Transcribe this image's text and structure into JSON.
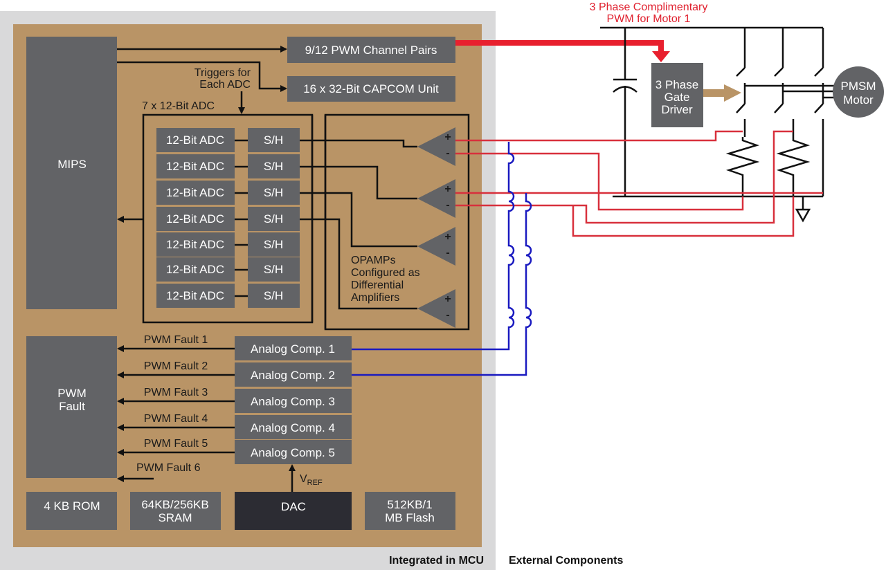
{
  "title_annotation": {
    "line1": "3 Phase Complimentary",
    "line2": "PWM for Motor 1"
  },
  "regions": {
    "integrated": "Integrated in MCU",
    "external": "External Components"
  },
  "blocks": {
    "mips": "MIPS",
    "pwm_channels": "9/12 PWM Channel Pairs",
    "capcom": "16 x 32-Bit CAPCOM Unit",
    "triggers_line1": "Triggers for",
    "triggers_line2": "Each ADC",
    "adc_group_label": "7 x 12-Bit ADC",
    "adc_label": "12-Bit ADC",
    "sh_label": "S/H",
    "opamp_label_lines": [
      "OPAMPs",
      "Configured as",
      "Differential",
      "Amplifiers"
    ],
    "pwm_fault_line1": "PWM",
    "pwm_fault_line2": "Fault",
    "rom": "4 KB ROM",
    "sram_line1": "64KB/256KB",
    "sram_line2": "SRAM",
    "dac": "DAC",
    "flash_line1": "512KB/1",
    "flash_line2": "MB Flash",
    "vref_main": "V",
    "vref_sub": "REF",
    "gate_driver_lines": [
      "3 Phase",
      "Gate",
      "Driver"
    ],
    "motor_line1": "PMSM",
    "motor_line2": "Motor"
  },
  "adc_rows": [
    {
      "adc": "12-Bit ADC",
      "sh": "S/H"
    },
    {
      "adc": "12-Bit ADC",
      "sh": "S/H"
    },
    {
      "adc": "12-Bit ADC",
      "sh": "S/H"
    },
    {
      "adc": "12-Bit ADC",
      "sh": "S/H"
    },
    {
      "adc": "12-Bit ADC",
      "sh": "S/H"
    },
    {
      "adc": "12-Bit ADC",
      "sh": "S/H"
    },
    {
      "adc": "12-Bit ADC",
      "sh": "S/H"
    }
  ],
  "comparators": [
    {
      "label": "Analog Comp. 1",
      "fault": "PWM Fault 1"
    },
    {
      "label": "Analog Comp. 2",
      "fault": "PWM Fault 2"
    },
    {
      "label": "Analog Comp. 3",
      "fault": "PWM Fault 3"
    },
    {
      "label": "Analog Comp. 4",
      "fault": "PWM Fault 4"
    },
    {
      "label": "Analog Comp. 5",
      "fault": "PWM Fault 5"
    }
  ],
  "extra_fault": "PWM Fault 6",
  "opamp_signs": {
    "plus": "+",
    "minus": "-"
  },
  "colors": {
    "mcu_panel": "#d9d9da",
    "mcu_body": "#b99466",
    "block": "#626366",
    "dac_block": "#2c2c33",
    "pwm_signal": "#e8202e",
    "sense_line": "#d8303c",
    "comp_line": "#1a1ac0",
    "gate_arrow": "#b99466"
  }
}
